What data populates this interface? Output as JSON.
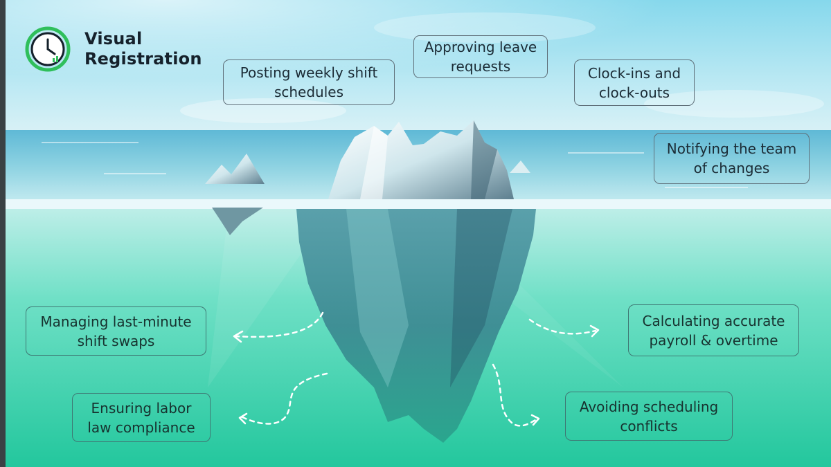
{
  "brand": {
    "name_line1": "Visual",
    "name_line2": "Registration",
    "icon": "clock-check-icon",
    "accent_color": "#2fbf5b"
  },
  "above_water": [
    "Posting weekly shift\nschedules",
    "Approving leave\nrequests",
    "Clock-ins and\nclock-outs",
    "Notifying the team\nof changes"
  ],
  "below_water": [
    "Managing last-minute\nshift swaps",
    "Calculating accurate\npayroll & overtime",
    "Ensuring labor\nlaw compliance",
    "Avoiding scheduling\nconflicts"
  ],
  "colors": {
    "sky": "#bfe6f0",
    "water_surface": "#7cc9dc",
    "deep_water": "#2fd0a8",
    "label_border": "#5f6f79"
  }
}
